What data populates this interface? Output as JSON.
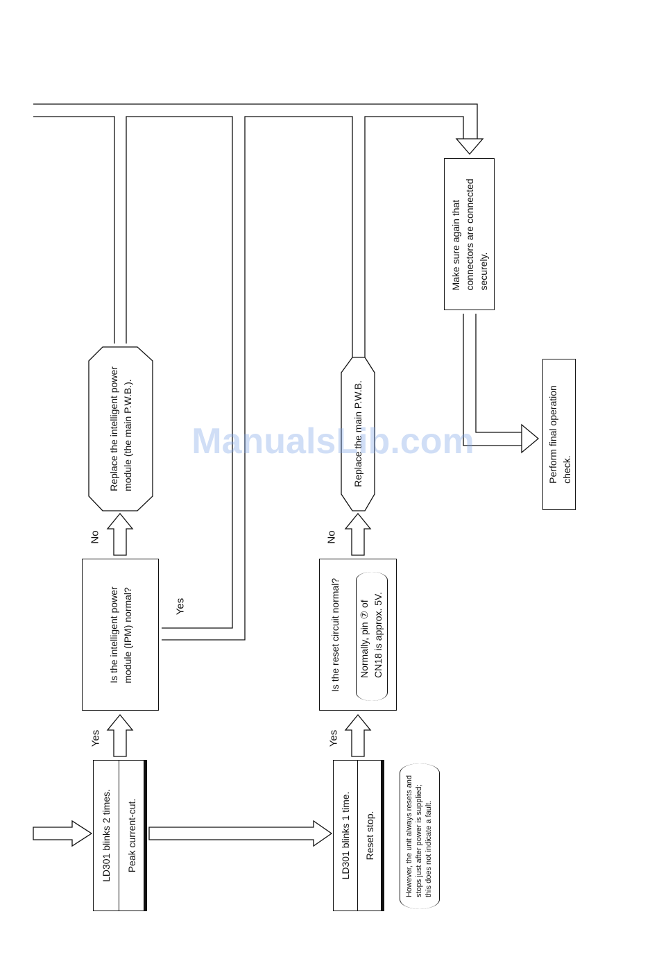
{
  "flow": {
    "ld2": {
      "title": "LD301 blinks 2 times.",
      "sub": "Peak current-cut."
    },
    "ld1": {
      "title": "LD301 blinks 1 time.",
      "sub": "Reset stop."
    },
    "ipm_question": "Is the intelligent power\nmodule (IPM) normal?",
    "replace_ipm": "Replace the intelligent power\nmodule (the main P.W.B.).",
    "reset_question": "Is the reset circuit normal?",
    "reset_note": "Normally, pin ⑦ of\nCN18 is approx. 5V.",
    "replace_main": "Replace the main P.W.B.",
    "make_sure": "Make sure again that\nconnectors are connected\nsecurely.",
    "final_check": "Perform final operation\ncheck.",
    "note": "However, the unit always resets and\nstops just after power is supplied;\nthis does not indicate a fault.",
    "yes": "Yes",
    "no": "No"
  },
  "watermark": "ManualsLib.com"
}
